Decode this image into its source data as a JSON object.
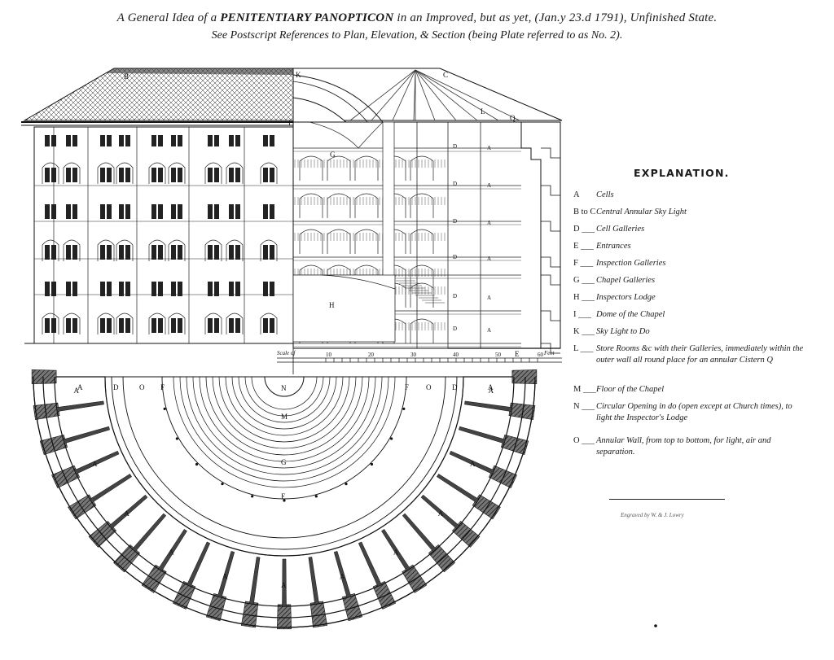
{
  "title": {
    "line1_a": "A General Idea of a",
    "line1_b": "PENITENTIARY PANOPTICON",
    "line1_c": "in an Improved, but as yet, (Jan.y 23.d 1791), Unfinished State.",
    "line2": "See Postscript References to Plan, Elevation, & Section (being Plate referred to as No. 2)."
  },
  "explanation": {
    "heading": "EXPLANATION.",
    "items": [
      {
        "key": "A",
        "text": "Cells"
      },
      {
        "key": "B to C",
        "text": "Central Annular Sky Light"
      },
      {
        "key": "D ___",
        "text": "Cell Galleries"
      },
      {
        "key": "E ___",
        "text": "Entrances"
      },
      {
        "key": "F ___",
        "text": "Inspection Galleries"
      },
      {
        "key": "G ___",
        "text": "Chapel Galleries"
      },
      {
        "key": "H ___",
        "text": "Inspectors Lodge"
      },
      {
        "key": "I ___",
        "text": "Dome of the Chapel"
      },
      {
        "key": "K ___",
        "text": "Sky Light to Do"
      },
      {
        "key": "L ___",
        "text": "Store Rooms &c with their Galleries, immediately within the outer wall all round place for an annular Cistern Q"
      },
      {
        "key": "M ___",
        "text": "Floor of the Chapel"
      },
      {
        "key": "N ___",
        "text": "Circular Opening in do (open except at Church times), to light the Inspector's Lodge"
      },
      {
        "key": "O ___",
        "text": "Annular Wall, from top to bottom, for light, air and separation."
      }
    ],
    "engraver": "Engraved by W. & J. Lowry"
  },
  "drawing_labels": {
    "roof_b": "B",
    "roof_k": "K",
    "roof_c": "C",
    "dome_i": "I",
    "store_l": "L",
    "cistern_q": "Q",
    "chapel_g": "G",
    "lodge_h": "H",
    "cell_a": "A",
    "gallery_d": "D",
    "entrance_e": "E",
    "plan_n": "N",
    "plan_m": "M",
    "plan_g": "G",
    "plan_f": "F",
    "plan_a": "A",
    "plan_d": "D",
    "plan_o": "O",
    "scale_label": "Scale of",
    "scale_feet": "Feet",
    "scale_ticks": [
      "10",
      "20",
      "30",
      "40",
      "50",
      "60"
    ]
  }
}
